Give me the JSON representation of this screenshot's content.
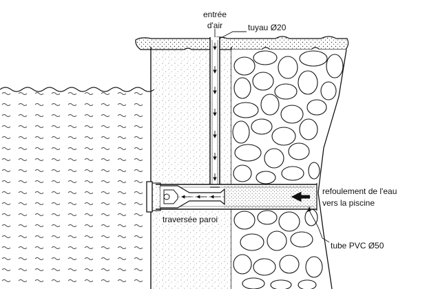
{
  "labels": {
    "air_inlet_line1": "entrée",
    "air_inlet_line2": "d'air",
    "pipe_small": "tuyau Ø20",
    "outflow_line1": "refoulement de l'eau",
    "outflow_line2": "vers la piscine",
    "wall_crossing": "traversée paroi",
    "pvc_pipe": "tube PVC Ø50"
  },
  "colors": {
    "line": "#111111",
    "stroke_light": "#333333",
    "background": "#ffffff"
  }
}
